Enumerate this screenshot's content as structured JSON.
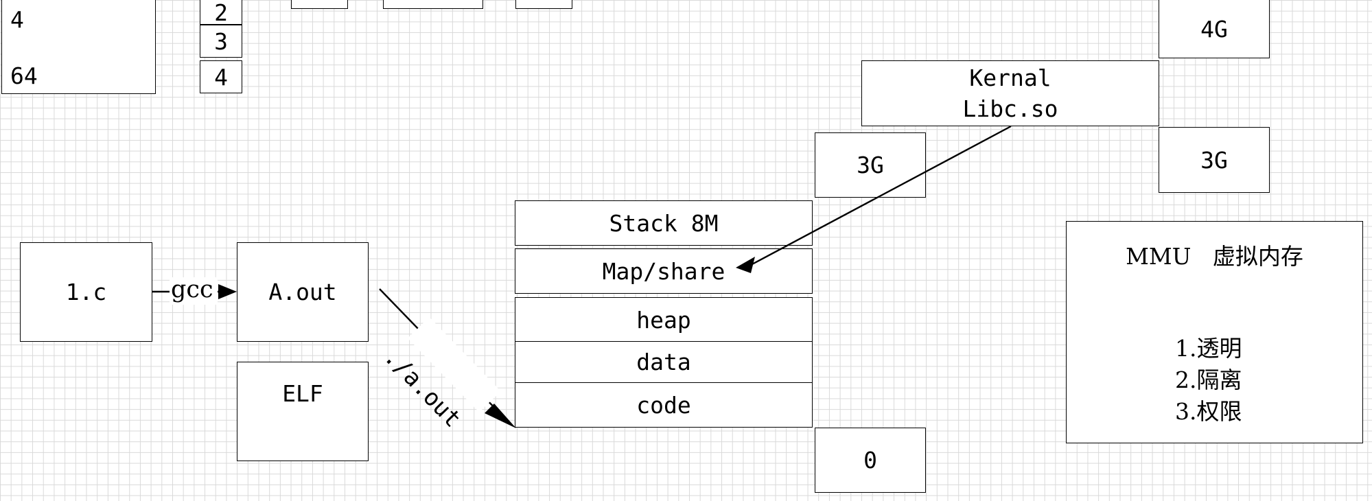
{
  "top_left_box": {
    "line1": "4",
    "line2": "64"
  },
  "small_stack": [
    "2",
    "3",
    "4"
  ],
  "file_boxes": {
    "source": "1.c",
    "binary": "A.out",
    "format": "ELF"
  },
  "edge_labels": {
    "compile": "gcc",
    "run": "./a.out"
  },
  "memory_layout": {
    "segments": [
      "Stack 8M",
      "Map/share",
      "heap",
      "data",
      "code"
    ],
    "address_low": "0",
    "address_3g": "3G"
  },
  "kernel_box": {
    "line1": "Kernal",
    "line2": "Libc.so"
  },
  "right_addresses": {
    "top": "4G",
    "mid": "3G"
  },
  "mmu_box": {
    "title": "MMU   虚拟内存",
    "items": [
      "1.透明",
      "2.隔离",
      "3.权限"
    ]
  }
}
